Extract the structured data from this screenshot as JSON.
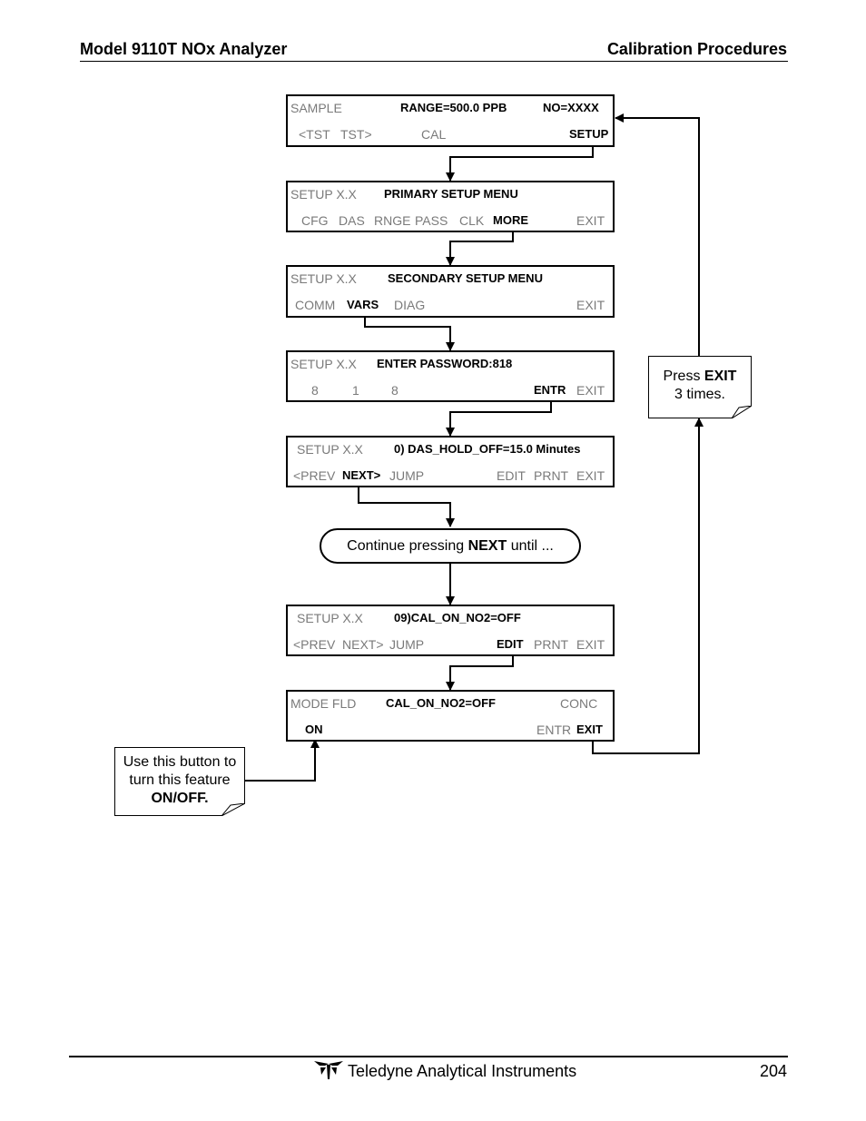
{
  "header": {
    "left": "Model 9110T NOx Analyzer",
    "right": "Calibration Procedures"
  },
  "screens": [
    {
      "r1": [
        "SAMPLE",
        "RANGE=500.0 PPB",
        "NO=XXXX"
      ],
      "r2": [
        "<TST",
        "TST>",
        "CAL",
        "SETUP"
      ]
    },
    {
      "r1": [
        "SETUP X.X",
        "PRIMARY SETUP MENU"
      ],
      "r2": [
        "CFG",
        "DAS",
        "RNGE",
        "PASS",
        "CLK",
        "MORE",
        "EXIT"
      ]
    },
    {
      "r1": [
        "SETUP X.X",
        "SECONDARY SETUP MENU"
      ],
      "r2": [
        "COMM",
        "VARS",
        "DIAG",
        "EXIT"
      ]
    },
    {
      "r1": [
        "SETUP X.X",
        "ENTER PASSWORD:818"
      ],
      "r2": [
        "8",
        "1",
        "8",
        "ENTR",
        "EXIT"
      ]
    },
    {
      "r1": [
        "SETUP X.X",
        "0) DAS_HOLD_OFF=15.0 Minutes"
      ],
      "r2": [
        "<PREV",
        "NEXT>",
        "JUMP",
        "EDIT",
        "PRNT",
        "EXIT"
      ]
    },
    {
      "r1": [
        "SETUP X.X",
        "09)CAL_ON_NO2=OFF"
      ],
      "r2": [
        "<PREV",
        "NEXT>",
        "JUMP",
        "EDIT",
        "PRNT",
        "EXIT"
      ]
    },
    {
      "r1": [
        "MODE FLD",
        "CAL_ON_NO2=OFF",
        "CONC"
      ],
      "r2": [
        "ON",
        "ENTR",
        "EXIT"
      ]
    }
  ],
  "continue": {
    "pre": "Continue pressing ",
    "bold": "NEXT",
    "post": " until ..."
  },
  "notes": {
    "exit": {
      "pre": "Press ",
      "bold": "EXIT",
      "line2": "3 times."
    },
    "on": {
      "line1": "Use this button to",
      "line2": "turn this feature",
      "bold": "ON/OFF."
    }
  },
  "footer": {
    "company": "Teledyne Analytical Instruments",
    "page": "204"
  }
}
